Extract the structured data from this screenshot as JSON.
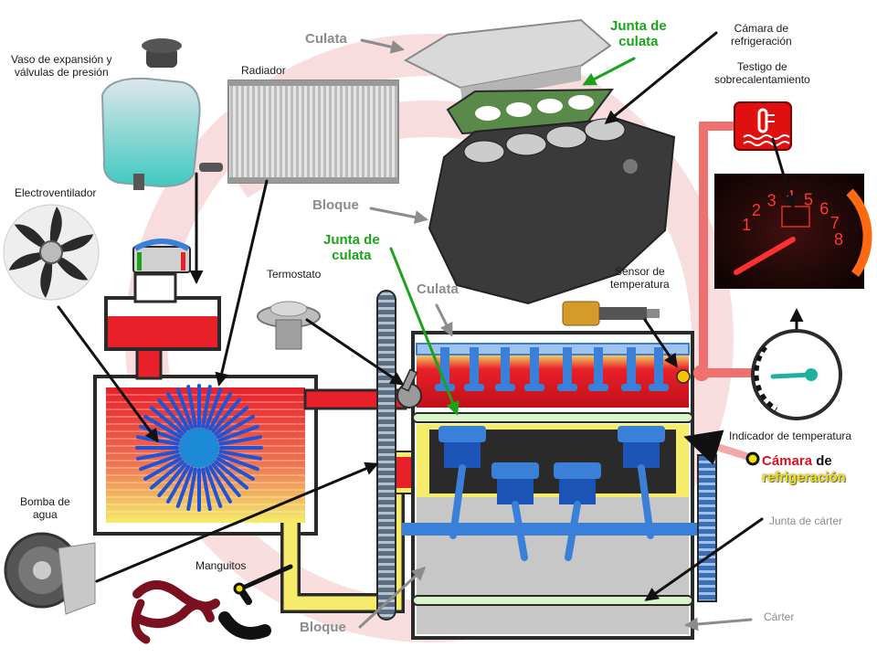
{
  "labels": {
    "vaso": [
      "Vaso de expansión y",
      "válvulas  de presión"
    ],
    "radiador": "Radiador",
    "culata_top": "Culata",
    "junta_top": [
      "Junta de",
      "culata"
    ],
    "camara_refrig_top": [
      "Cámara de",
      "refrigeración"
    ],
    "testigo": [
      "Testigo de",
      "sobrecalentamiento"
    ],
    "electroventilador": "Electroventilador",
    "bloque_mid": "Bloque",
    "junta_mid": [
      "Junta de",
      "culata"
    ],
    "termostato": "Termostato",
    "culata_mid": "Culata",
    "sensor": [
      "Sensor de",
      "temperatura"
    ],
    "indicador": "Indicador de temperatura",
    "camara_word": "Cámara",
    "de_word": " de",
    "refrigeracion_word": "refrigeración",
    "bomba": [
      "Bomba de",
      "agua"
    ],
    "manguitos": "Manguitos",
    "junta_carter": "Junta de cárter",
    "bloque_bottom": "Bloque",
    "carter": "Cárter"
  },
  "gauge_ticks": [
    "1",
    "2",
    "3",
    "4",
    "5",
    "6",
    "7",
    "8"
  ],
  "colors": {
    "hot": "#e8202a",
    "cold": "#3a7fd8",
    "yellow": "#f4ec6a",
    "green": "#1aa31a",
    "frame": "#2a2a2a"
  }
}
